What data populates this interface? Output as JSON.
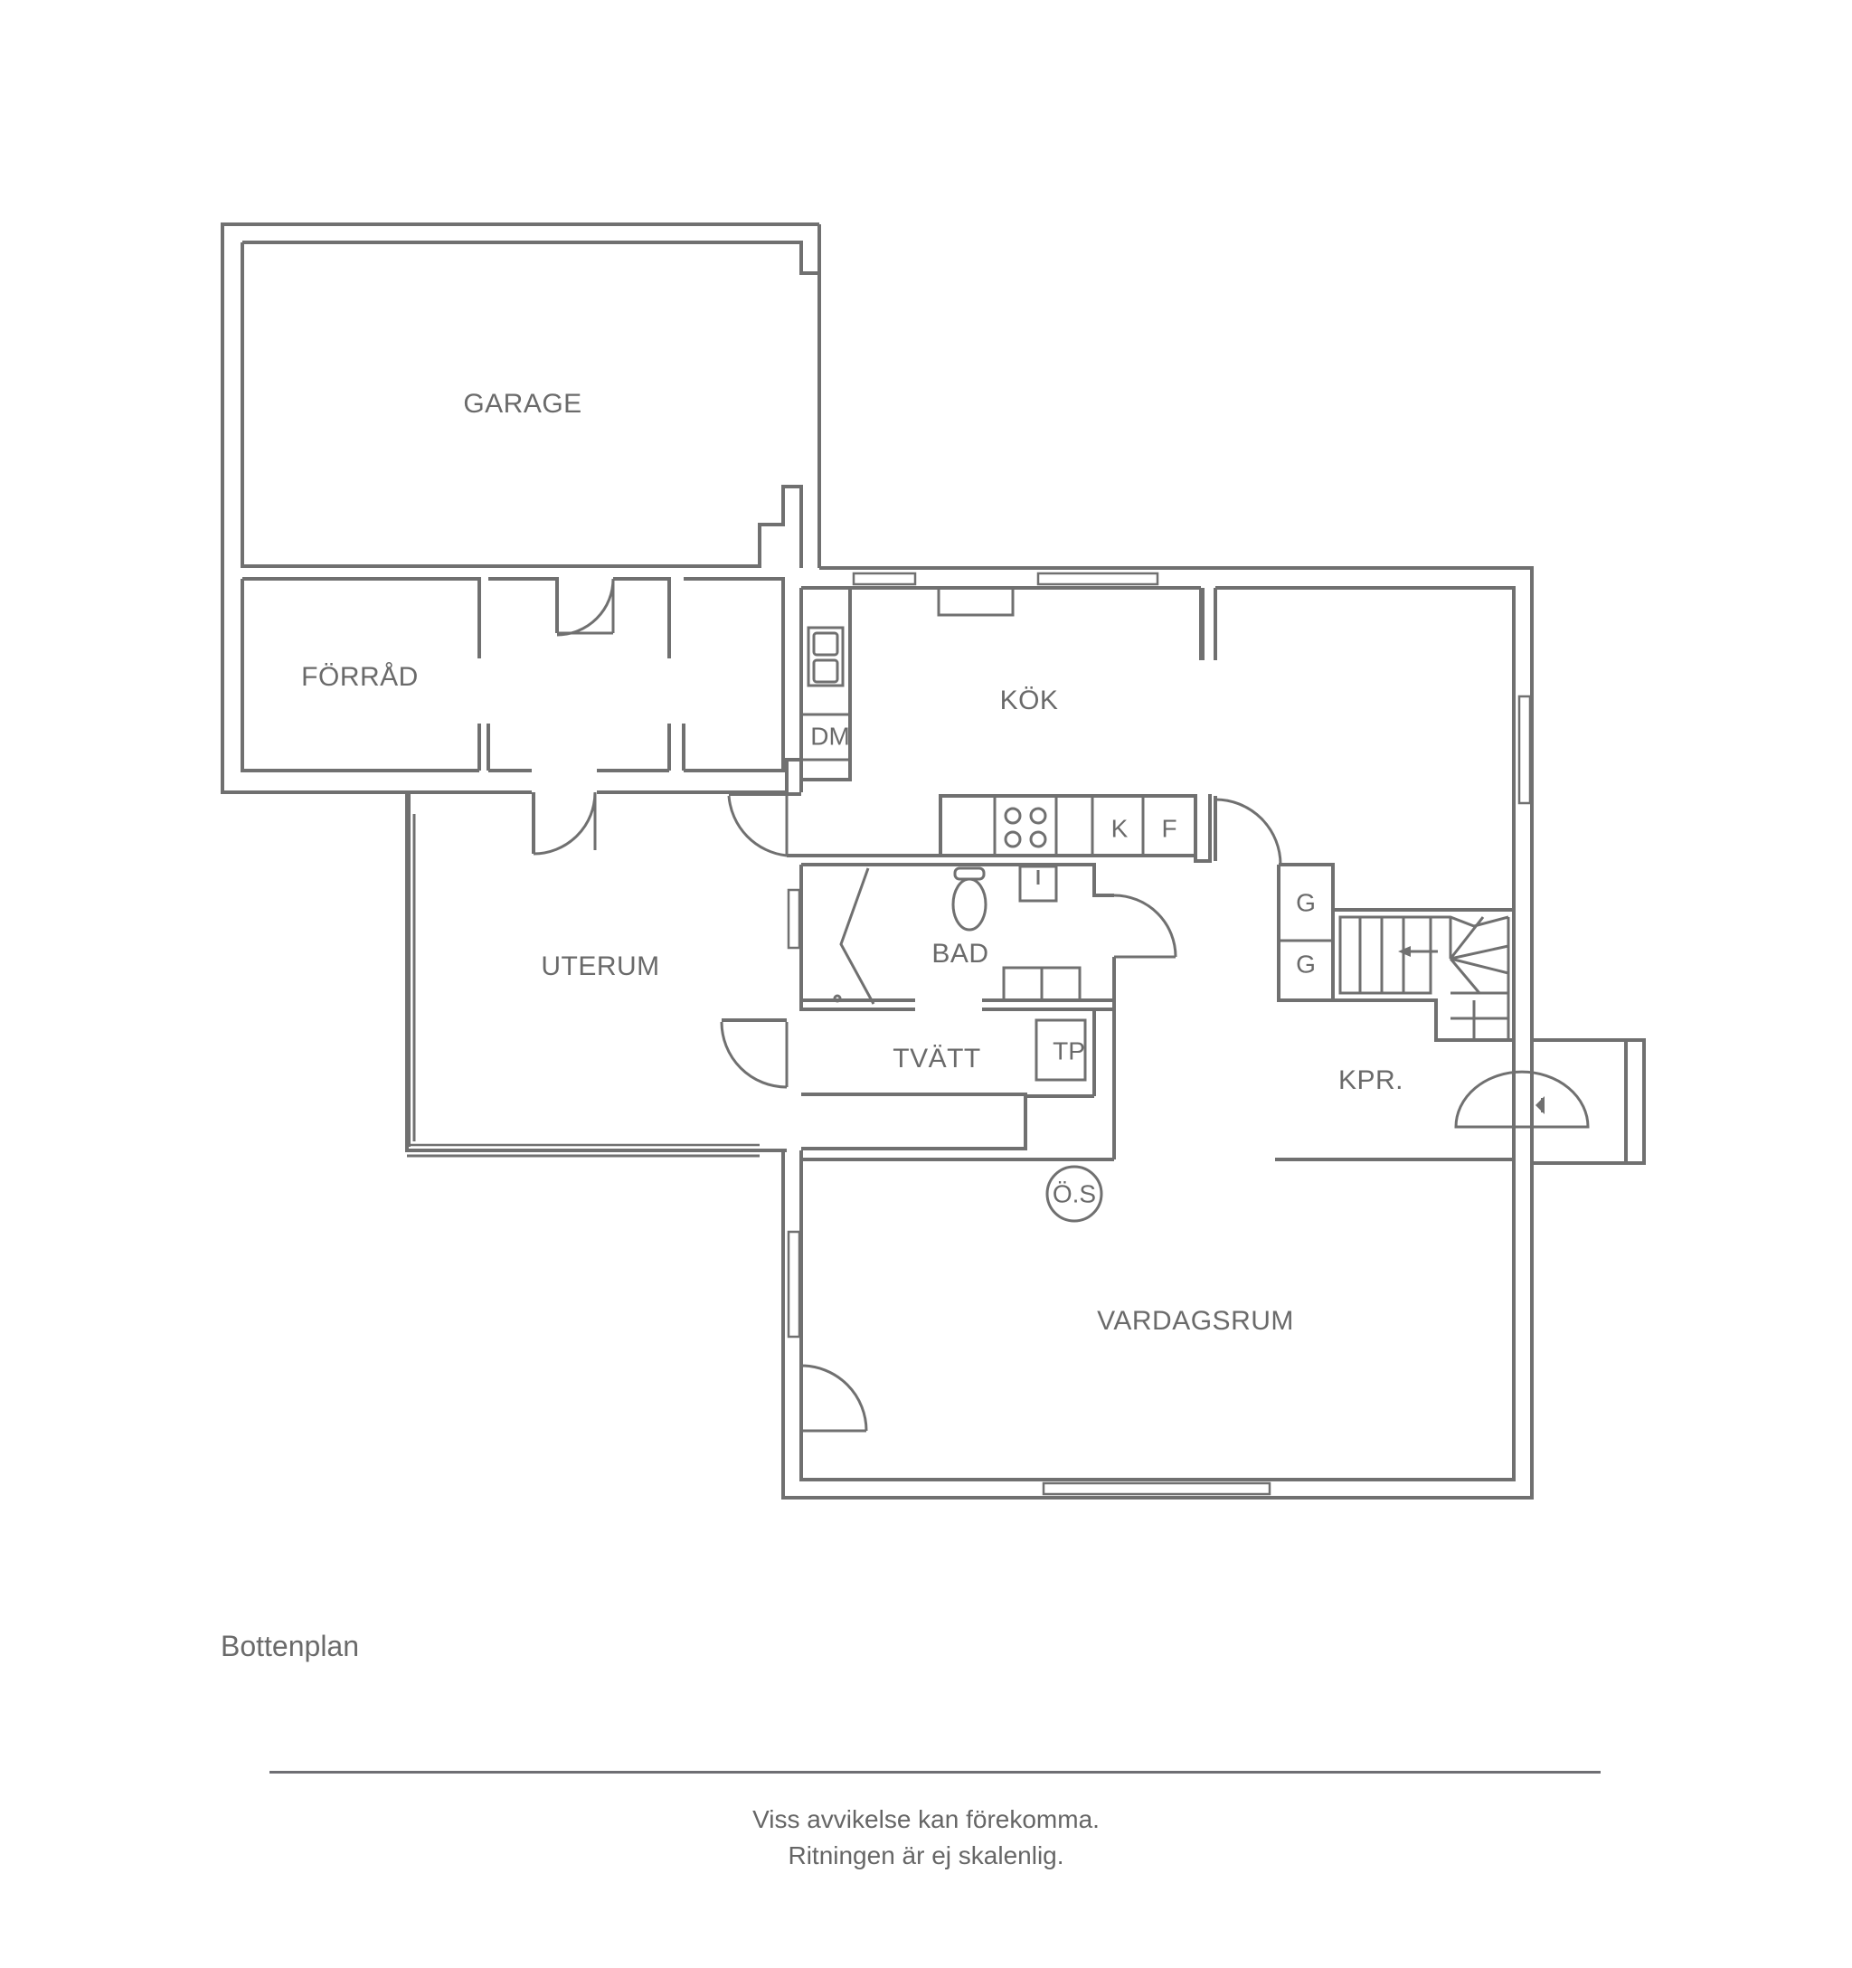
{
  "rooms": {
    "garage": "GARAGE",
    "forrad": "FÖRRÅD",
    "kok": "KÖK",
    "uterum": "UTERUM",
    "bad": "BAD",
    "tvatt": "TVÄTT",
    "kpr": "KPR.",
    "vardagsrum": "VARDAGSRUM"
  },
  "fixtures": {
    "dm": "DM",
    "k": "K",
    "f": "F",
    "g1": "G",
    "g2": "G",
    "tp": "TP",
    "os": "Ö.S"
  },
  "plan_title": "Bottenplan",
  "disclaimer": {
    "line1": "Viss avvikelse kan förekomma.",
    "line2": "Ritningen är ej skalenlig."
  }
}
